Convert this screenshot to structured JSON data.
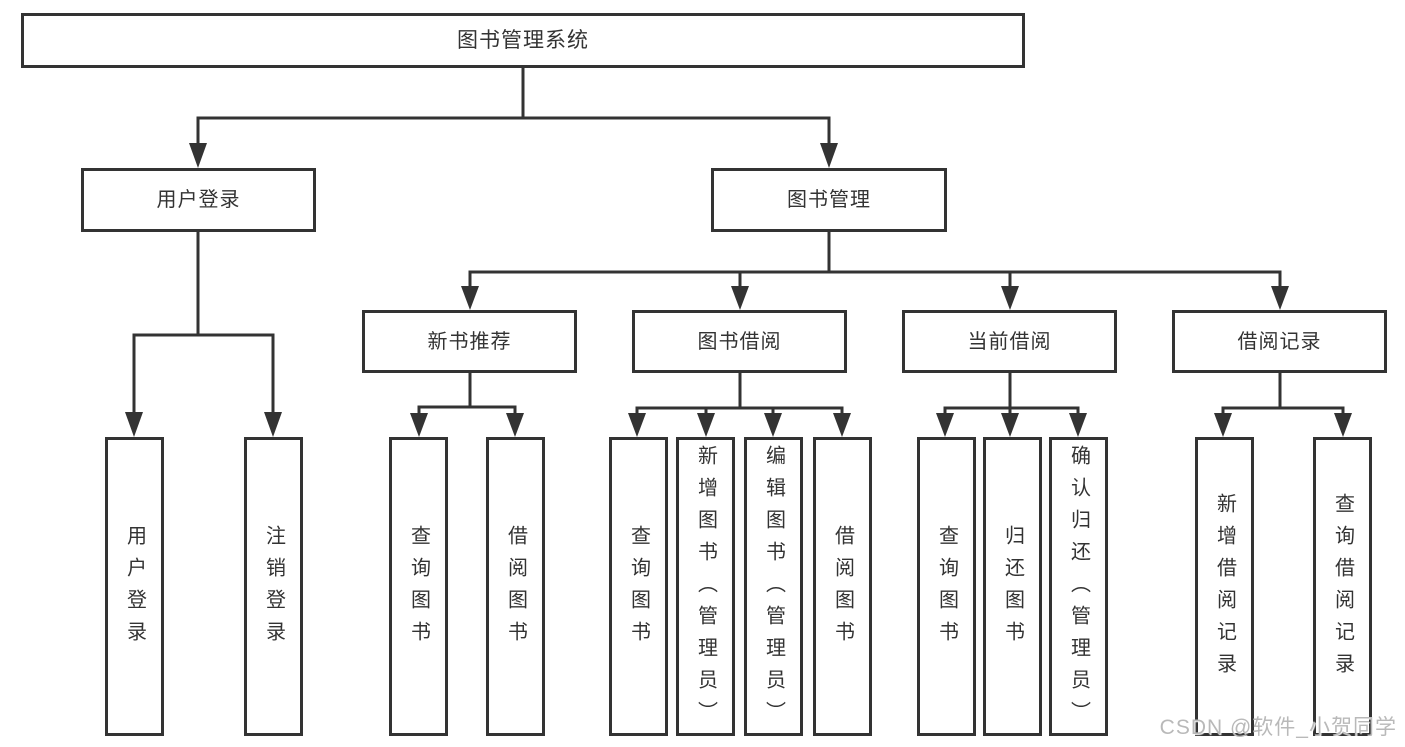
{
  "diagram": {
    "type": "tree",
    "title": "图书管理系统",
    "tree": {
      "图书管理系统": {
        "用户登录": [
          "用户登录",
          "注销登录"
        ],
        "图书管理": {
          "新书推荐": [
            "查询图书",
            "借阅图书"
          ],
          "图书借阅": [
            "查询图书",
            "新增图书（管理员）",
            "编辑图书（管理员）",
            "借阅图书"
          ],
          "当前借阅": [
            "查询图书",
            "归还图书",
            "确认归还（管理员）"
          ],
          "借阅记录": [
            "新增借阅记录",
            "查询借阅记录"
          ]
        }
      }
    }
  },
  "nodes": [
    {
      "id": "root",
      "label": "图书管理系统",
      "orientation": "horizontal"
    },
    {
      "id": "user-login",
      "label": "用户登录",
      "orientation": "horizontal"
    },
    {
      "id": "book-management",
      "label": "图书管理",
      "orientation": "horizontal"
    },
    {
      "id": "new-book-recommend",
      "label": "新书推荐",
      "orientation": "horizontal"
    },
    {
      "id": "book-borrow",
      "label": "图书借阅",
      "orientation": "horizontal"
    },
    {
      "id": "current-borrow",
      "label": "当前借阅",
      "orientation": "horizontal"
    },
    {
      "id": "borrow-record",
      "label": "借阅记录",
      "orientation": "horizontal"
    },
    {
      "id": "user-login-leaf",
      "label": "用户登录",
      "orientation": "vertical"
    },
    {
      "id": "logout-leaf",
      "label": "注销登录",
      "orientation": "vertical"
    },
    {
      "id": "nb-query",
      "label": "查询图书",
      "orientation": "vertical"
    },
    {
      "id": "nb-borrow",
      "label": "借阅图书",
      "orientation": "vertical"
    },
    {
      "id": "bb-query",
      "label": "查询图书",
      "orientation": "vertical"
    },
    {
      "id": "bb-add",
      "label": "新增图书（管理员）",
      "orientation": "vertical"
    },
    {
      "id": "bb-edit",
      "label": "编辑图书（管理员）",
      "orientation": "vertical"
    },
    {
      "id": "bb-borrow",
      "label": "借阅图书",
      "orientation": "vertical"
    },
    {
      "id": "cb-query",
      "label": "查询图书",
      "orientation": "vertical"
    },
    {
      "id": "cb-return",
      "label": "归还图书",
      "orientation": "vertical"
    },
    {
      "id": "cb-confirm",
      "label": "确认归还（管理员）",
      "orientation": "vertical"
    },
    {
      "id": "br-add",
      "label": "新增借阅记录",
      "orientation": "vertical"
    },
    {
      "id": "br-query",
      "label": "查询借阅记录",
      "orientation": "vertical"
    }
  ],
  "watermark": {
    "text": "CSDN @软件_小贺同学"
  },
  "colors": {
    "line": "#333333",
    "box_border": "#333333",
    "text": "#333333",
    "watermark": "#b9b9b9",
    "background": "#ffffff"
  }
}
